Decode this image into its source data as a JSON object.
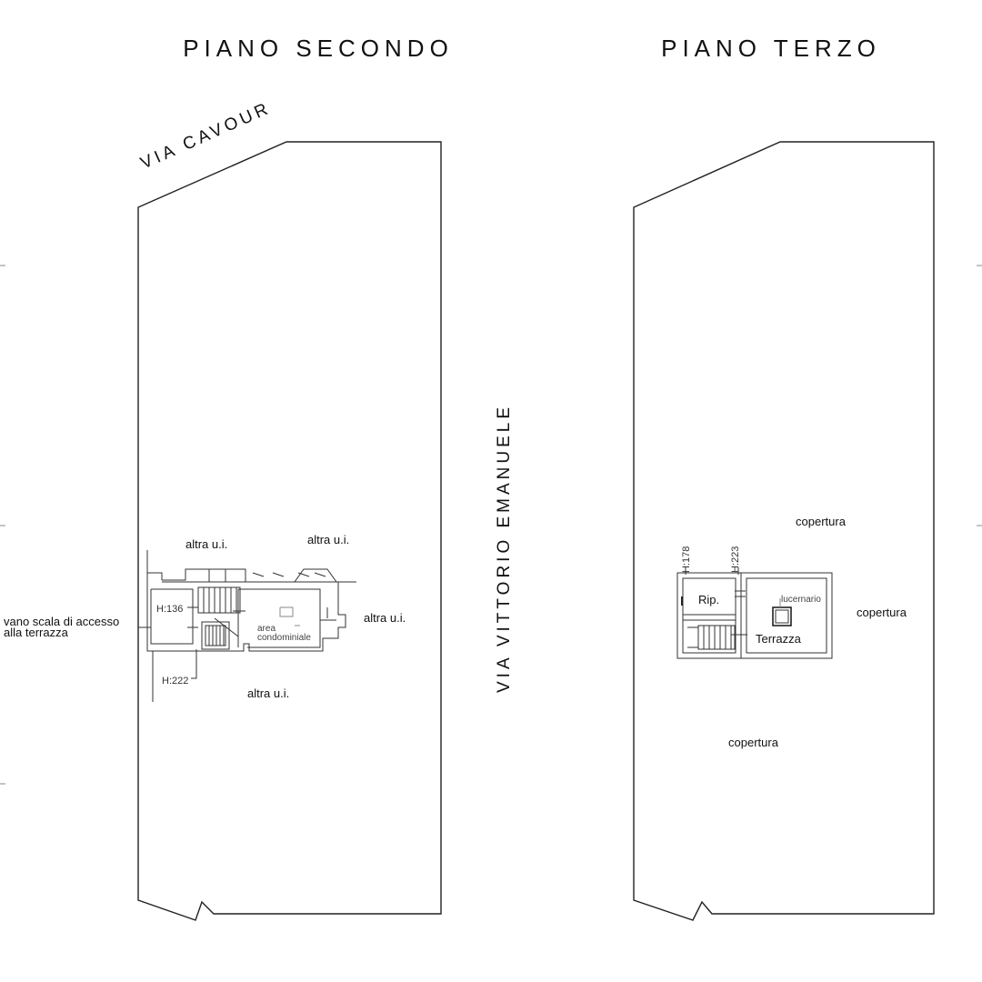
{
  "floors": {
    "second": {
      "title": "PIANO SECONDO",
      "street": "VIA CAVOUR",
      "labels": {
        "altra_top_left": "altra u.i.",
        "altra_top_right": "altra u.i.",
        "altra_right": "altra u.i.",
        "altra_bottom": "altra u.i.",
        "stair_line1": "vano scala di accesso",
        "stair_line2": "alla terrazza",
        "area_line1": "area",
        "area_line2": "condominiale",
        "h136": "H:136",
        "h222": "H:222"
      }
    },
    "third": {
      "title": "PIANO TERZO",
      "labels": {
        "copertura_top": "copertura",
        "copertura_right": "copertura",
        "copertura_bottom": "copertura",
        "rip": "Rip.",
        "terrazza": "Terrazza",
        "lucernario": "lucernario",
        "h178": "H:178",
        "h223": "H:223"
      }
    }
  },
  "center_street": "VIA VITTORIO EMANUELE"
}
